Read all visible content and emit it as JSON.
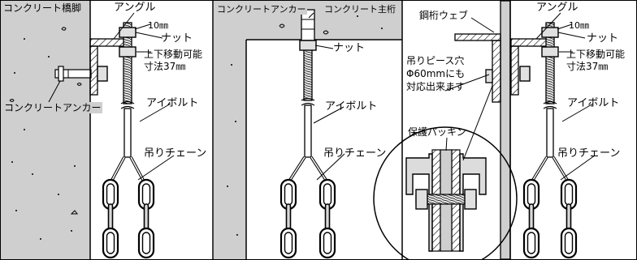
{
  "panels": [
    {
      "id": "wall-mount",
      "labels": {
        "wall": "コンクリート橋脚",
        "anchor": "コンクリートアンカー",
        "angle": "アングル",
        "size10": "10㎜",
        "nut": "ナット",
        "adjust_line1": "上下移動可能",
        "adjust_line2": "寸法37㎜",
        "eyebolt": "アイボルト",
        "chain": "吊りチェーン"
      }
    },
    {
      "id": "ceiling-mount",
      "labels": {
        "anchor": "コンクリートアンカー",
        "girder": "コンクリート主桁",
        "nut": "ナット",
        "eyebolt": "アイボルト",
        "chain": "吊りチェーン"
      }
    },
    {
      "id": "steel-web",
      "labels": {
        "web": "鋼桁ウェブ",
        "hole_line1": "吊りピース穴",
        "hole_line2": "Φ60mmにも",
        "hole_line3": "対応出来ます",
        "packing": "保護パッキン"
      }
    },
    {
      "id": "steel-mount",
      "labels": {
        "angle": "アングル",
        "size10": "10㎜",
        "nut": "ナット",
        "adjust_line1": "上下移動可能",
        "adjust_line2": "寸法37㎜",
        "eyebolt": "アイボルト",
        "chain": "吊りチェーン"
      }
    }
  ]
}
